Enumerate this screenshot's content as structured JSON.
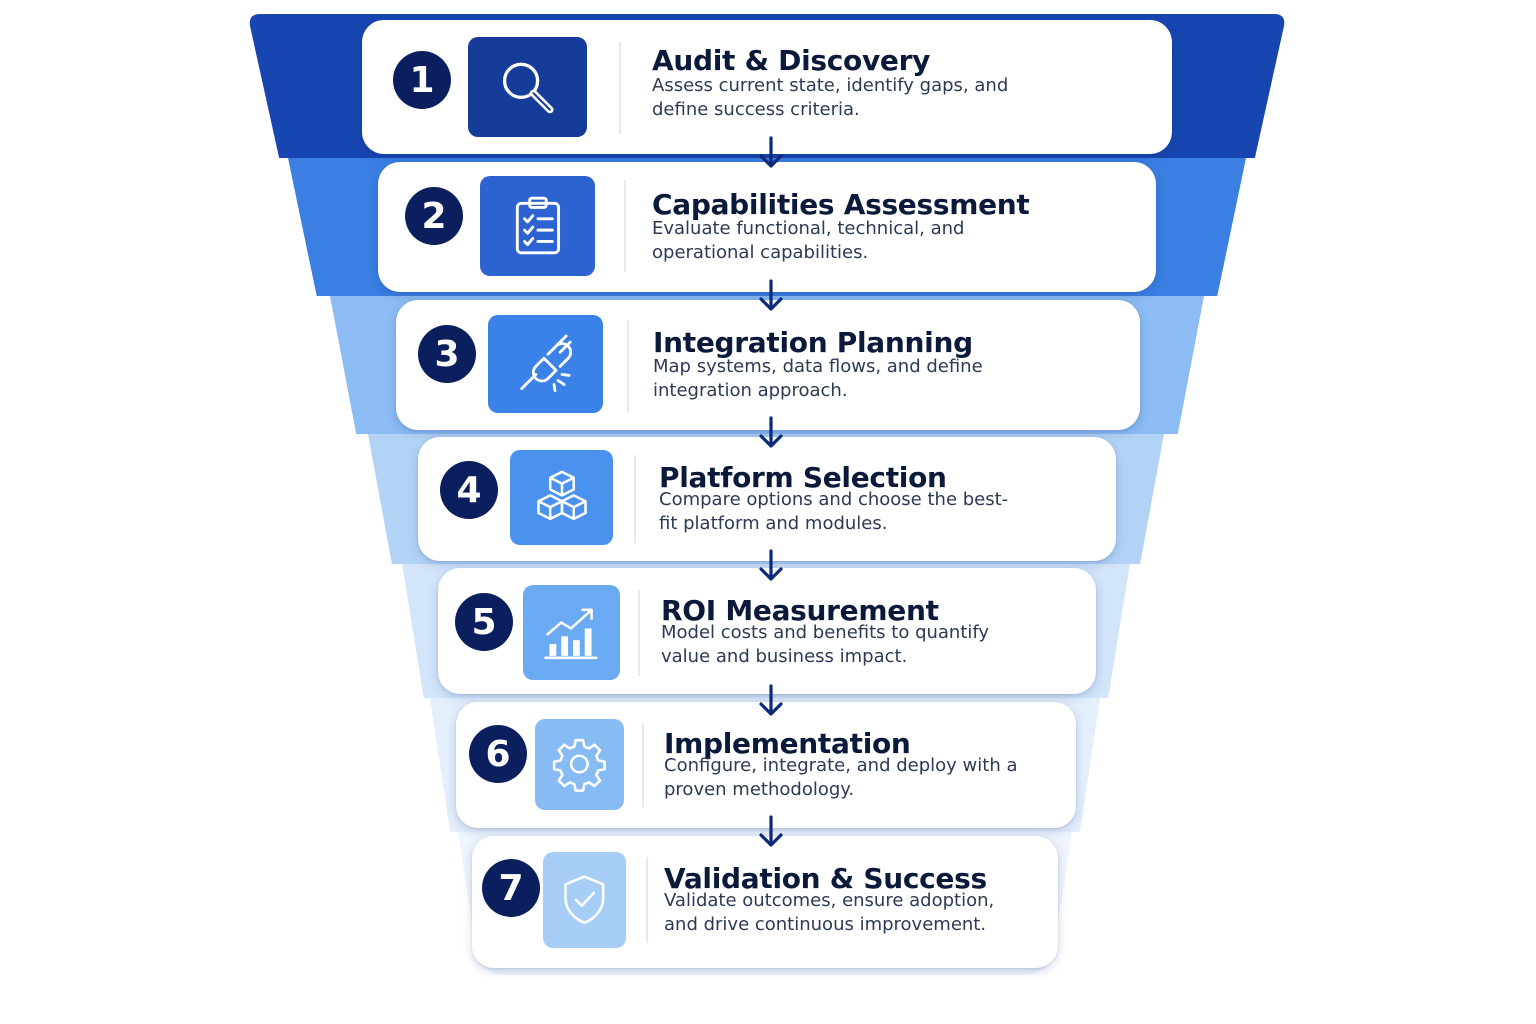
{
  "steps": [
    {
      "number": "1",
      "title": "Audit & Discovery",
      "description": "Assess current state, identify gaps, and define success criteria.",
      "icon": "magnifier-icon",
      "tile_color": "#163c9a"
    },
    {
      "number": "2",
      "title": "Capabilities Assessment",
      "description": "Evaluate functional, technical, and operational capabilities.",
      "icon": "checklist-clipboard-icon",
      "tile_color": "#2d63d1"
    },
    {
      "number": "3",
      "title": "Integration Planning",
      "description": "Map systems, data flows, and define integration approach.",
      "icon": "plug-connector-icon",
      "tile_color": "#3b82e8"
    },
    {
      "number": "4",
      "title": "Platform Selection",
      "description": "Compare options and choose the best-fit platform and modules.",
      "icon": "cubes-stack-icon",
      "tile_color": "#4a92ee"
    },
    {
      "number": "5",
      "title": "ROI Measurement",
      "description": "Model costs and benefits to quantify value and business impact.",
      "icon": "bar-chart-growth-icon",
      "tile_color": "#6aaaf2"
    },
    {
      "number": "6",
      "title": "Implementation",
      "description": "Configure, integrate, and deploy with a proven methodology.",
      "icon": "gear-icon",
      "tile_color": "#86bbf4"
    },
    {
      "number": "7",
      "title": "Validation & Success",
      "description": "Validate outcomes, ensure adoption, and drive continuous improvement.",
      "icon": "shield-check-icon",
      "tile_color": "#a6cdf6"
    }
  ],
  "colors": {
    "number_badge": "#0b1f5e",
    "arrow": "#0b2a7a",
    "funnel_bands": [
      "#1746b0",
      "#3b7fe3",
      "#8cbcf3",
      "#b3d3f6",
      "#d2e5fa",
      "#e4effc",
      "#eff5fd"
    ]
  }
}
